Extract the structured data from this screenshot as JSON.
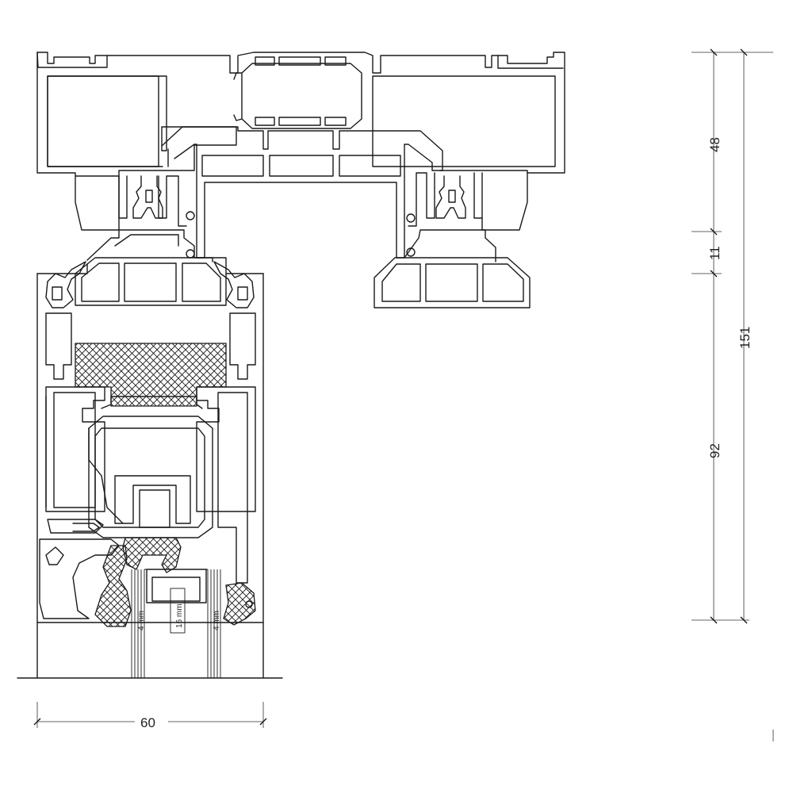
{
  "dimensions": {
    "width_label": "60",
    "upper_label": "48",
    "middle_label": "11",
    "lower_label": "92",
    "total_label": "151"
  },
  "glazing": {
    "pane_left_label": "4 mm",
    "cavity_label": "16 mm",
    "pane_right_label": "4 mm"
  }
}
